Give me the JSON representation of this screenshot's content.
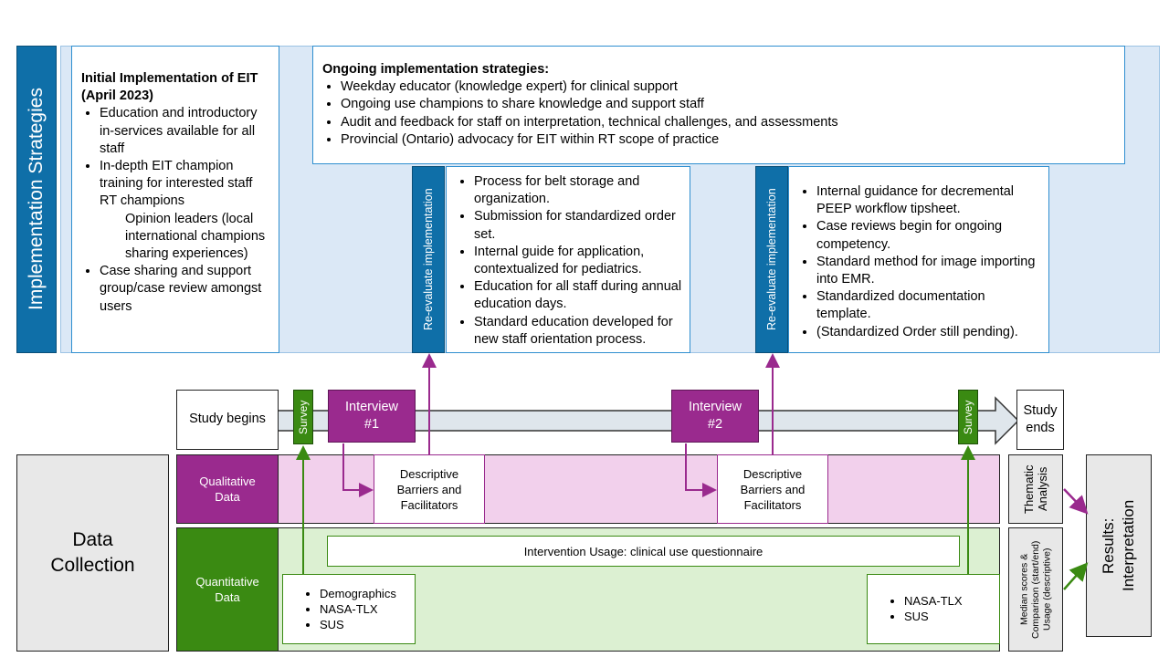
{
  "implementation": {
    "side_label": "Implementation Strategies",
    "initial": {
      "title": "Initial Implementation of EIT (April 2023)",
      "items": [
        "Education and introductory in-services available for all staff",
        "In-depth EIT champion training for interested staff"
      ],
      "sub_lines": [
        "RT champions",
        "Opinion leaders (local international champions sharing experiences)"
      ],
      "last_item": "Case sharing and support group/case review amongst users"
    },
    "ongoing": {
      "title": "Ongoing implementation strategies:",
      "items": [
        "Weekday educator (knowledge expert) for clinical support",
        "Ongoing use champions to share knowledge and support staff",
        "Audit and feedback for staff on interpretation, technical challenges, and assessments",
        "Provincial (Ontario) advocacy for EIT within RT scope of practice"
      ]
    },
    "reeval_label": "Re-evaluate implementation",
    "reeval1_items": [
      "Process for belt storage and organization.",
      "Submission for standardized order set.",
      "Internal guide for application, contextualized for pediatrics.",
      "Education for all staff during annual education days.",
      "Standard education developed for new staff orientation process."
    ],
    "reeval2_items": [
      "Internal guidance for decremental PEEP workflow tipsheet.",
      "Case reviews begin for ongoing competency.",
      "Standard method for image importing into EMR.",
      "Standardized documentation template.",
      "(Standardized Order still pending)."
    ]
  },
  "timeline": {
    "study_begins": "Study begins",
    "study_ends": "Study ends",
    "survey": "Survey",
    "interview1": "Interview #1",
    "interview2": "Interview #2"
  },
  "data_collection": {
    "label": "Data Collection",
    "qualitative_label": "Qualitative Data",
    "quantitative_label": "Quantitative Data",
    "descriptive": "Descriptive Barriers and Facilitators",
    "intervention_usage": "Intervention Usage: clinical use questionnaire",
    "survey1_items": [
      "Demographics",
      "NASA-TLX",
      "SUS"
    ],
    "survey2_items": [
      "NASA-TLX",
      "SUS"
    ],
    "thematic_analysis": "Thematic Analysis",
    "median_scores": "Median scores & Comparison (start/end) Usage (descriptive)",
    "results": "Results: Interpretation"
  },
  "colors": {
    "blue_dark": "#0f6fa8",
    "blue_light": "#dbe8f6",
    "purple": "#9a2a8e",
    "pink_light": "#f2d0ec",
    "green_dark": "#3a8a12",
    "green_light": "#dcf0d2",
    "grey": "#e8e8e8"
  }
}
